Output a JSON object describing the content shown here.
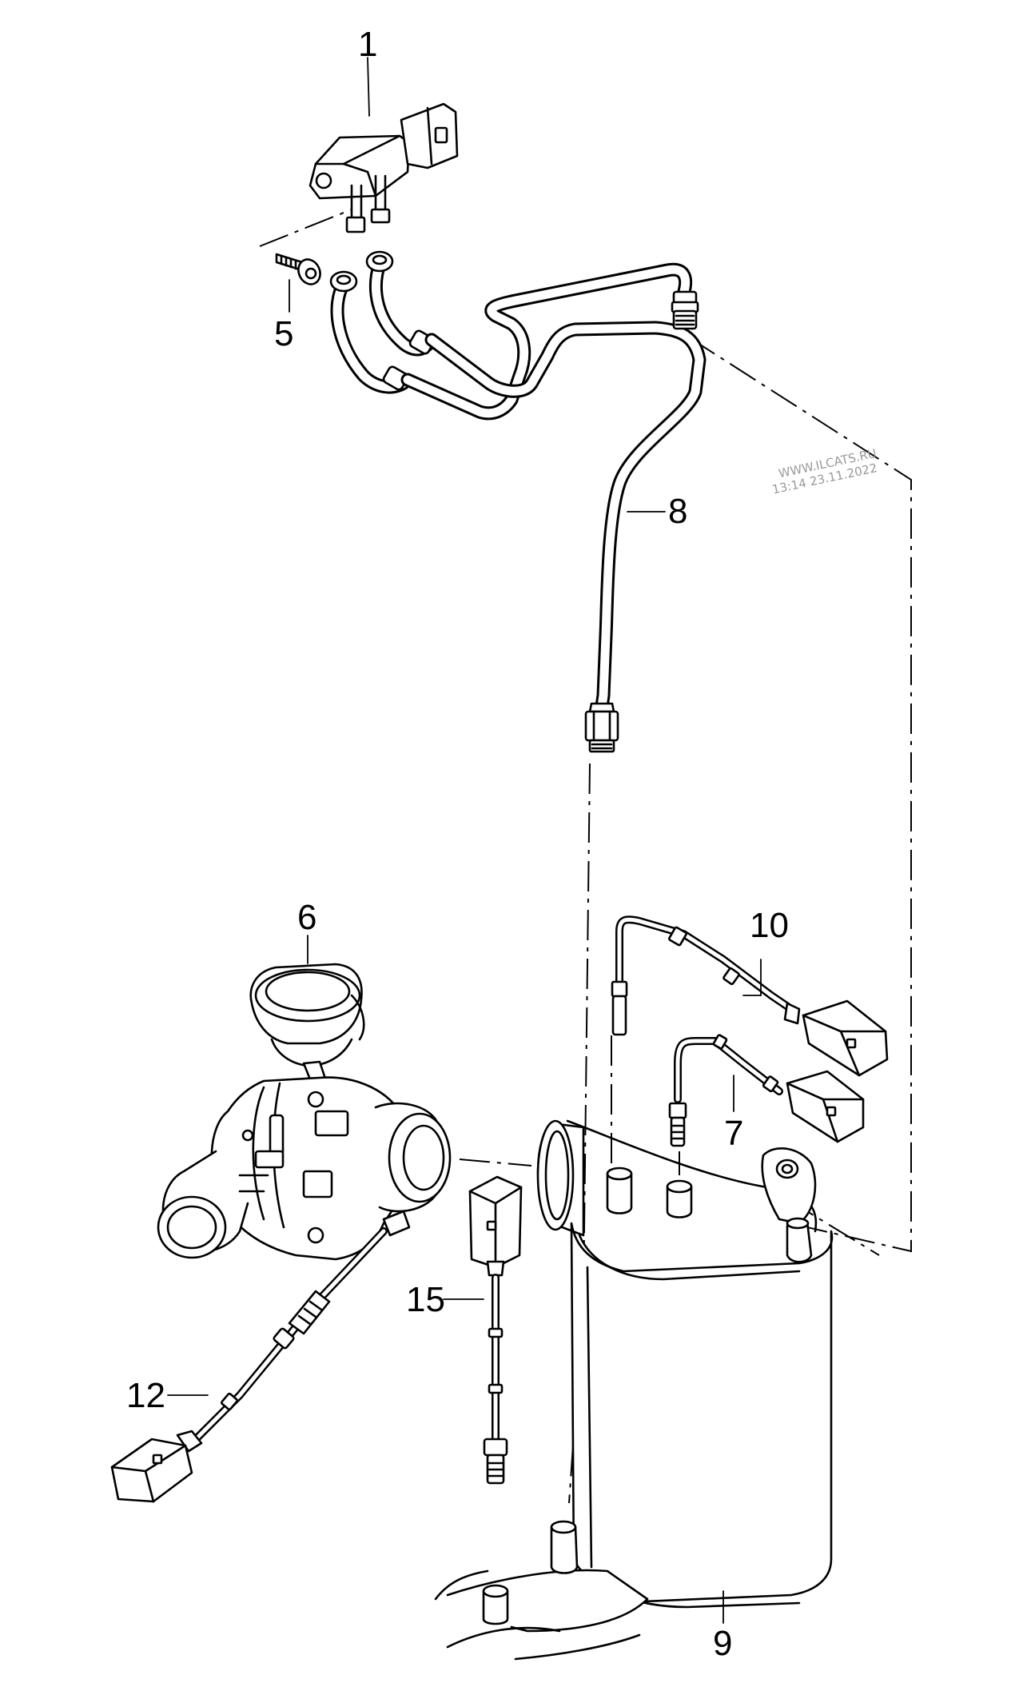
{
  "callouts": [
    {
      "id": "1",
      "label": "1"
    },
    {
      "id": "5",
      "label": "5"
    },
    {
      "id": "6",
      "label": "6"
    },
    {
      "id": "7",
      "label": "7"
    },
    {
      "id": "8",
      "label": "8"
    },
    {
      "id": "9",
      "label": "9"
    },
    {
      "id": "10",
      "label": "10"
    },
    {
      "id": "12",
      "label": "12"
    },
    {
      "id": "15",
      "label": "15"
    }
  ],
  "watermark": {
    "line1": "WWW.ILCATS.RU",
    "line2": "13:14 23.11.2022"
  }
}
